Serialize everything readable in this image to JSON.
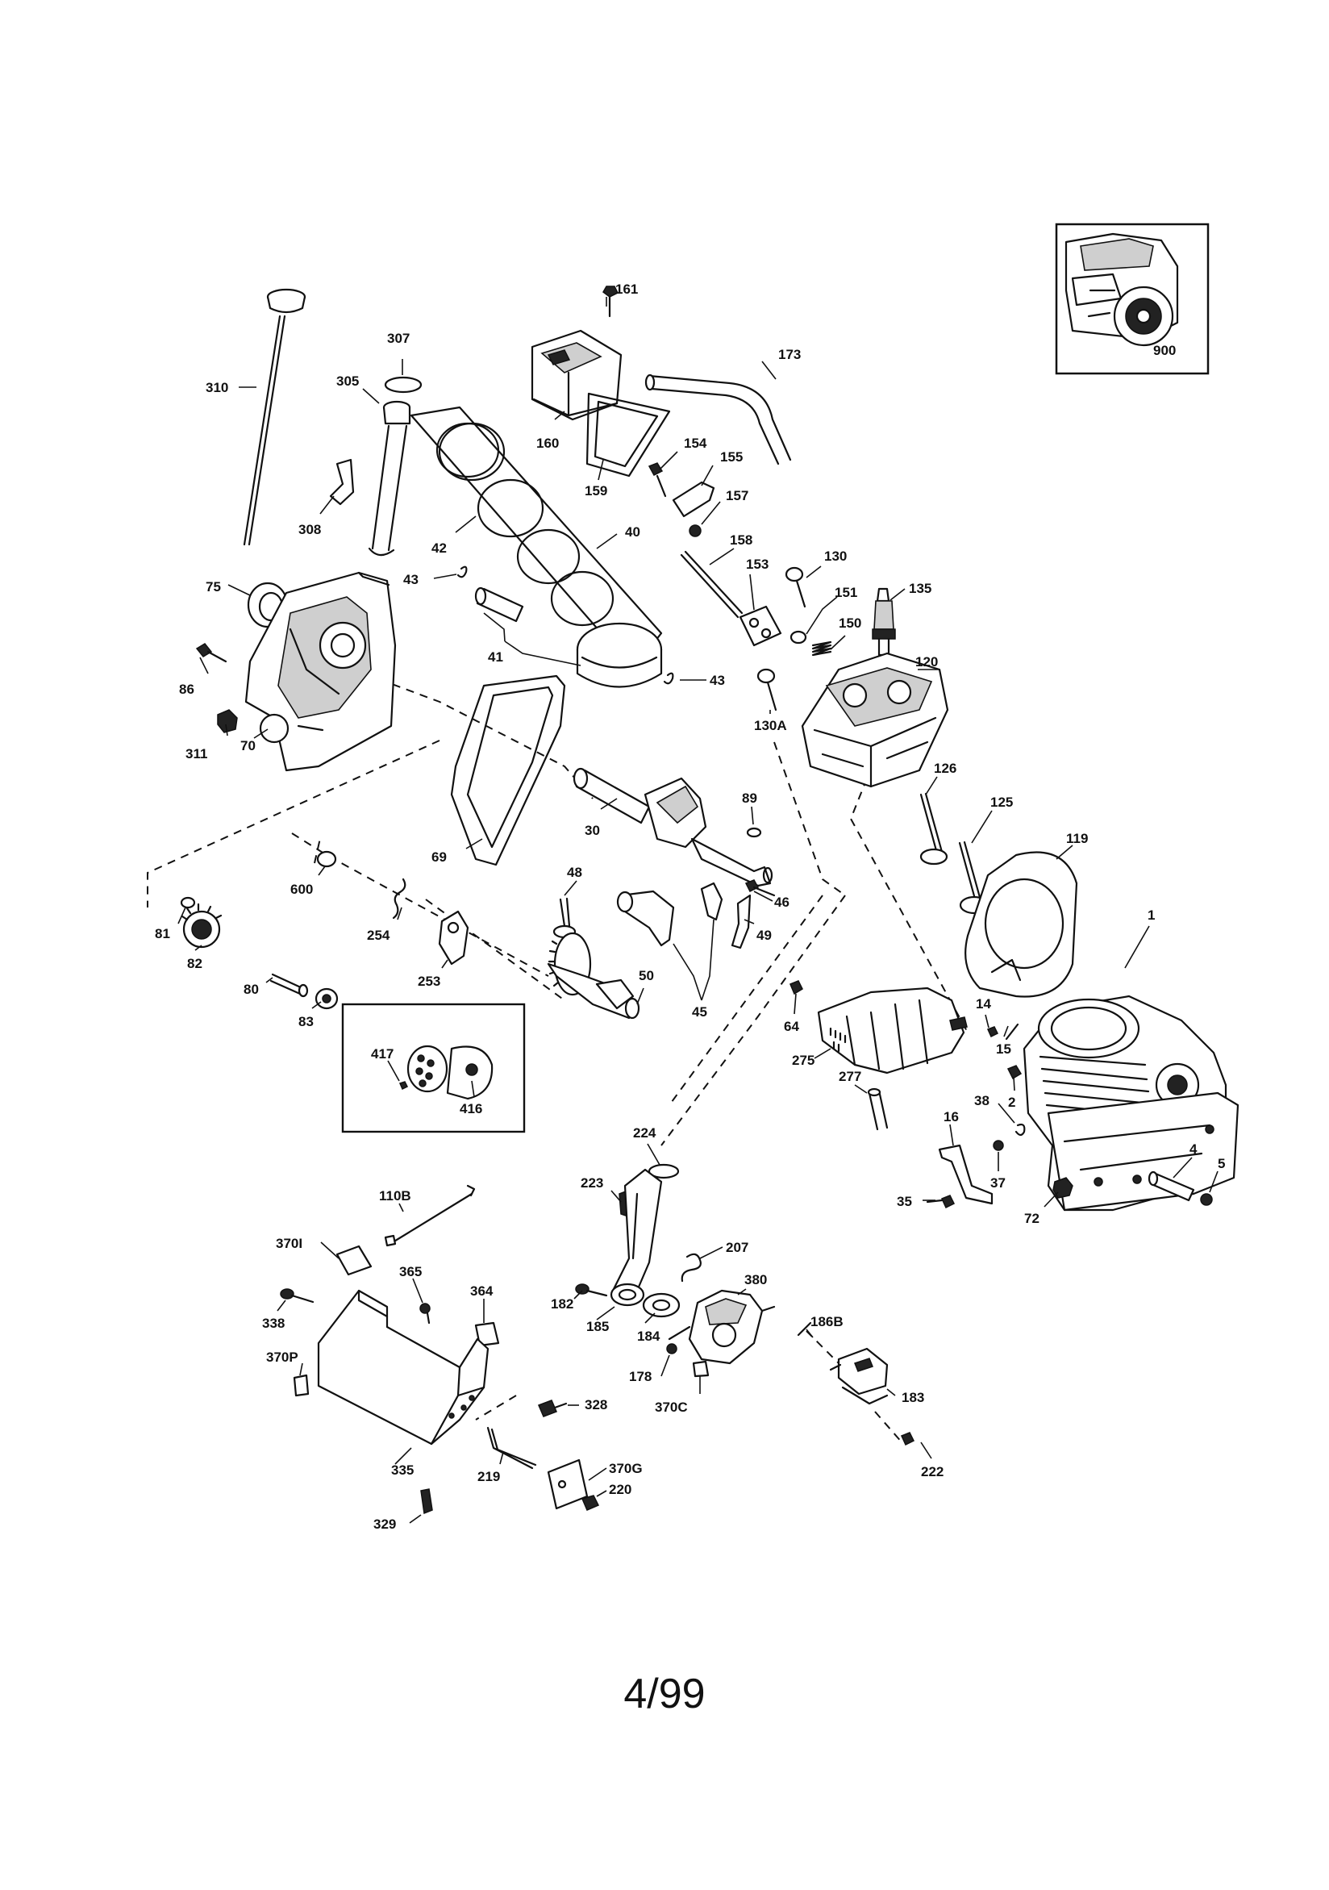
{
  "page_number": "4/99",
  "callouts": {
    "c161": "161",
    "c173": "173",
    "c307": "307",
    "c310": "310",
    "c305": "305",
    "c160": "160",
    "c154": "154",
    "c155": "155",
    "c159": "159",
    "c157": "157",
    "c158": "158",
    "c130": "130",
    "c153": "153",
    "c135": "135",
    "c151": "151",
    "c150": "150",
    "c308": "308",
    "c42": "42",
    "c40": "40",
    "c43a": "43",
    "c43b": "43",
    "c75": "75",
    "c41": "41",
    "c86": "86",
    "c130a": "130A",
    "c120": "120",
    "c311": "311",
    "c70": "70",
    "c126": "126",
    "c125": "125",
    "c89": "89",
    "c30": "30",
    "c119": "119",
    "c69": "69",
    "c600": "600",
    "c48": "48",
    "c46": "46",
    "c81": "81",
    "c1": "1",
    "c254": "254",
    "c82": "82",
    "c49": "49",
    "c253": "253",
    "c45": "45",
    "c80": "80",
    "c50": "50",
    "c83": "83",
    "c64": "64",
    "c14": "14",
    "c15": "15",
    "c417": "417",
    "c275": "275",
    "c416": "416",
    "c277": "277",
    "c2": "2",
    "c38": "38",
    "c224": "224",
    "c16": "16",
    "c223": "223",
    "c37": "37",
    "c110b": "110B",
    "c4": "4",
    "c5": "5",
    "c35": "35",
    "c72": "72",
    "c370i": "370I",
    "c207": "207",
    "c365": "365",
    "c364": "364",
    "c380": "380",
    "c182": "182",
    "c338": "338",
    "c185": "185",
    "c184": "184",
    "c186b": "186B",
    "c370p": "370P",
    "c178": "178",
    "c370c": "370C",
    "c183": "183",
    "c328": "328",
    "c335": "335",
    "c219": "219",
    "c370g": "370G",
    "c220": "220",
    "c222": "222",
    "c329": "329",
    "c900": "900"
  }
}
